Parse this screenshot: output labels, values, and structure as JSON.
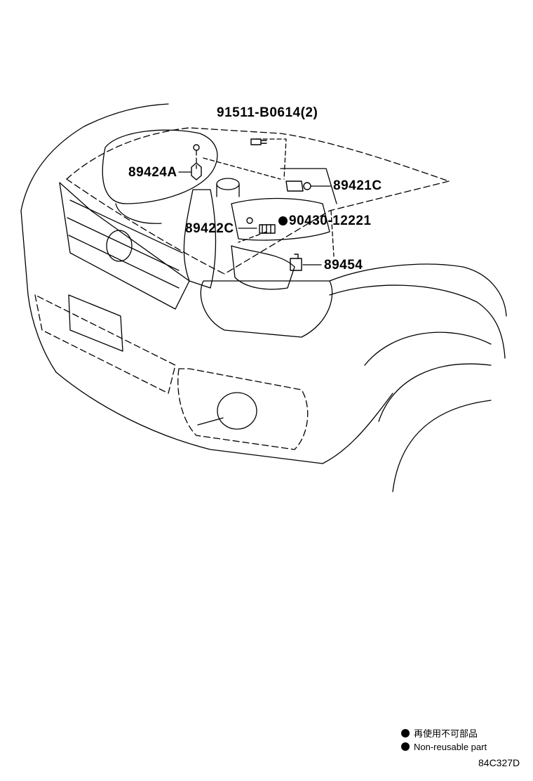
{
  "callouts": {
    "bolt_91511": "91511-B0614(2)",
    "part_89424A": "89424A",
    "part_89421C": "89421C",
    "part_89422C": "89422C",
    "part_90430": "90430-12221",
    "part_89454": "89454"
  },
  "legend": {
    "non_reusable_jp": "再使用不可部品",
    "non_reusable_en": "Non-reusable part"
  },
  "figure_code": "84C327D",
  "colors": {
    "ink": "#000000",
    "paper": "#ffffff"
  }
}
